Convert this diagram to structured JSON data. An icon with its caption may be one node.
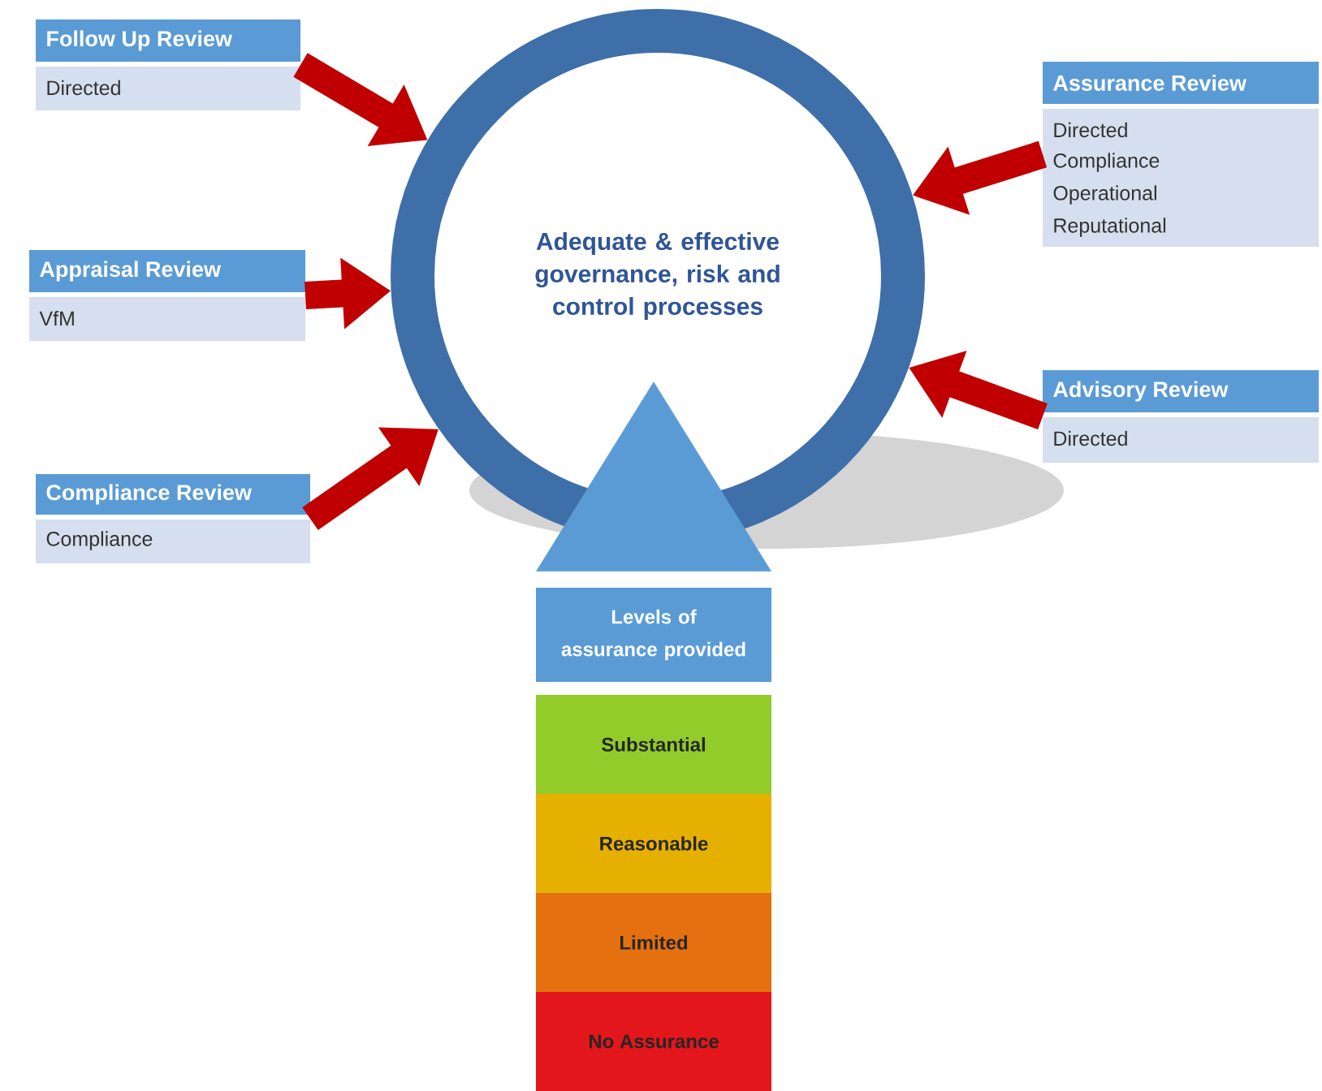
{
  "diagram": {
    "nodes": [
      {
        "text": [
          "Adequate & effective governance, risk and control processes"
        ]
      },
      {
        "text": [
          "Follow Up Review",
          "Directed"
        ]
      },
      {
        "text": [
          "Assurance Review",
          "Directed",
          "Compliance",
          "Operational",
          "Reputational"
        ]
      },
      {
        "text": [
          "Appraisal Review",
          "VfM"
        ]
      },
      {
        "text": [
          "Advisory Review",
          "Directed"
        ]
      },
      {
        "text": [
          "Compliance Review",
          "Compliance"
        ]
      },
      {
        "text": [
          "Levels of assurance provided"
        ]
      },
      {
        "text": [
          "Substantial"
        ]
      },
      {
        "text": [
          "Reasonable"
        ]
      },
      {
        "text": [
          "Limited"
        ]
      },
      {
        "text": [
          "No Assurance"
        ]
      }
    ],
    "edges": [
      {
        "from": 1,
        "to": 0,
        "arrow": "to"
      },
      {
        "from": 2,
        "to": 0,
        "arrow": "to"
      },
      {
        "from": 3,
        "to": 0,
        "arrow": "to"
      },
      {
        "from": 4,
        "to": 0,
        "arrow": "to"
      },
      {
        "from": 5,
        "to": 0,
        "arrow": "to"
      },
      {
        "from": 6,
        "to": 0,
        "arrow": "to",
        "color": "#5b9bd5"
      }
    ]
  }
}
